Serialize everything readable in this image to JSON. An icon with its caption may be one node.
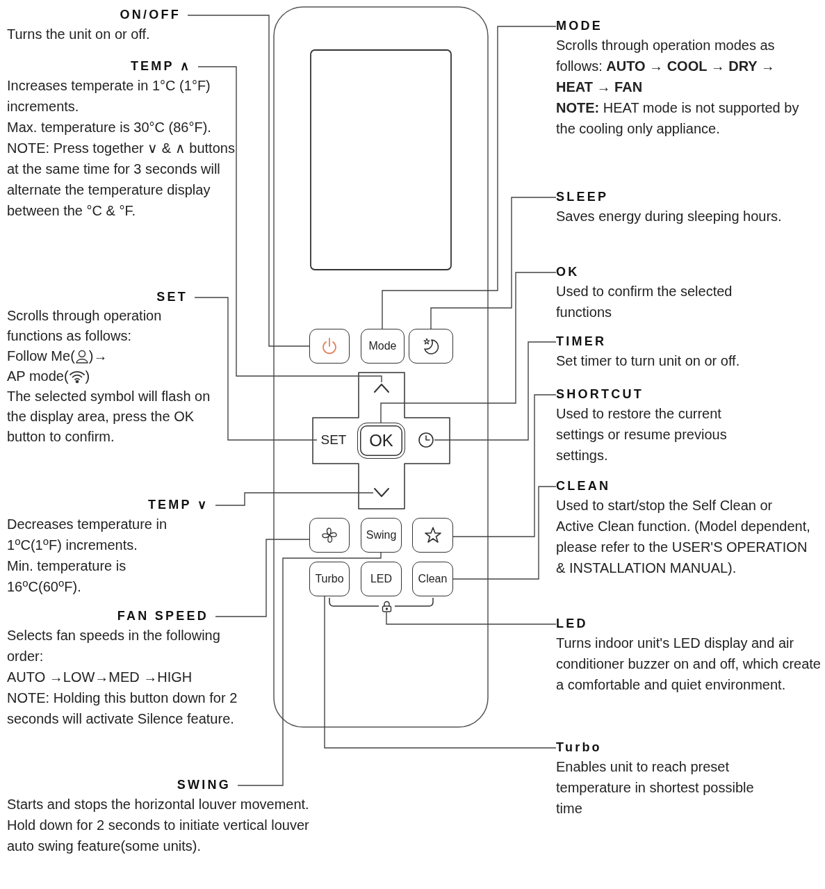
{
  "diagram": {
    "nodes": [
      {
        "text": [
          "ON/OFF",
          "Turns the unit on or off."
        ]
      },
      {
        "text": [
          "TEMP ∧",
          "Increases temperate in 1°C (1°F) increments.",
          "Max. temperature is 30°C (86°F).",
          "NOTE: Press together ∨ & ∧ buttons at the same time for 3 seconds will alternate the temperature display between the °C & °F."
        ]
      },
      {
        "text": [
          "SET",
          "Scrolls through operation functions as follows:",
          "Follow Me(",
          ")→",
          "AP mode(",
          ")",
          "The selected symbol will flash on the display area, press the OK button to confirm."
        ]
      },
      {
        "text": [
          "TEMP ∨",
          "Decreases temperature in 1$^{o}$C(1$^{o}$F) increments.",
          "Min. temperature is 16$^{o}$C(60$^{o}$F)."
        ]
      },
      {
        "text": [
          "FAN SPEED",
          "Selects fan speeds in the following order:",
          "AUTO →LOW→MED →HIGH",
          "NOTE: Holding this button down for 2 seconds will activate Silence feature."
        ]
      },
      {
        "text": [
          "SWING",
          "Starts and stops the horizontal louver movement. Hold down for 2 seconds to initiate vertical louver auto swing feature(some units)."
        ]
      },
      {
        "text": [
          "MODE",
          "Scrolls through operation modes as follows: **AUTO → COOL → DRY → HEAT → FAN**",
          "**NOTE:** HEAT mode is not supported by the cooling only appliance."
        ]
      },
      {
        "text": [
          "SLEEP",
          "Saves energy during sleeping hours."
        ]
      },
      {
        "text": [
          "OK",
          "Used to confirm the selected functions"
        ]
      },
      {
        "text": [
          "TIMER",
          "Set timer to turn unit on or off."
        ]
      },
      {
        "text": [
          "SHORTCUT",
          "Used to restore the current settings or resume previous settings."
        ]
      },
      {
        "text": [
          "CLEAN",
          "Used to start/stop the Self Clean or Active Clean function. (Model dependent, please refer to the USER'S OPERATION & INSTALLATION MANUAL)."
        ]
      },
      {
        "text": [
          "LED",
          "Turns indoor unit's LED display and air conditioner buzzer on and off, which create a comfortable and quiet environment."
        ]
      },
      {
        "text": [
          "Turbo",
          "Enables unit to reach preset temperature in shortest possible time"
        ]
      },
      {
        "text": [],
        "shape": "button"
      },
      {
        "text": [
          "Mode"
        ]
      },
      {
        "text": [],
        "shape": "button"
      },
      {
        "text": [],
        "shape": "button"
      },
      {
        "text": [
          "SET"
        ]
      },
      {
        "text": [
          "OK"
        ]
      },
      {
        "text": [],
        "shape": "button"
      },
      {
        "text": [],
        "shape": "button"
      },
      {
        "text": [],
        "shape": "button"
      },
      {
        "text": [
          "Swing"
        ]
      },
      {
        "text": [],
        "shape": "button"
      },
      {
        "text": [
          "Turbo"
        ]
      },
      {
        "text": [
          "LED"
        ]
      },
      {
        "text": [
          "Clean"
        ]
      },
      {
        "text": [],
        "shape": "lock"
      }
    ],
    "edges": [
      {
        "from": 0,
        "to": 14,
        "arrow": "none"
      },
      {
        "from": 1,
        "to": 17,
        "arrow": "none"
      },
      {
        "from": 2,
        "to": 18,
        "arrow": "none"
      },
      {
        "from": 3,
        "to": 21,
        "arrow": "none"
      },
      {
        "from": 4,
        "to": 22,
        "arrow": "none"
      },
      {
        "from": 5,
        "to": 23,
        "arrow": "none"
      },
      {
        "from": 6,
        "to": 15,
        "arrow": "none"
      },
      {
        "from": 7,
        "to": 16,
        "arrow": "none"
      },
      {
        "from": 8,
        "to": 19,
        "arrow": "none"
      },
      {
        "from": 9,
        "to": 20,
        "arrow": "none"
      },
      {
        "from": 10,
        "to": 24,
        "arrow": "none"
      },
      {
        "from": 11,
        "to": 27,
        "arrow": "none"
      },
      {
        "from": 12,
        "to": 28,
        "arrow": "none"
      },
      {
        "from": 13,
        "to": 25,
        "arrow": "none"
      }
    ]
  }
}
